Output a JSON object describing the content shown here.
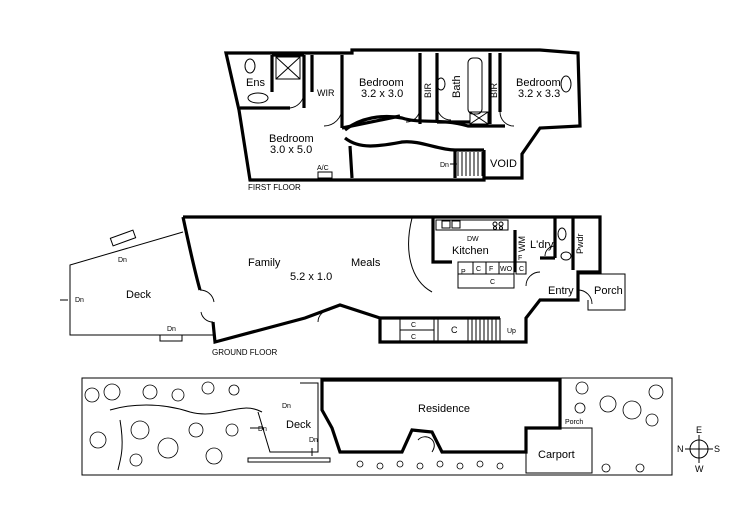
{
  "first_floor": {
    "caption": "FIRST FLOOR",
    "rooms": {
      "ens": "Ens",
      "wir": "WIR",
      "bedroom1_name": "Bedroom",
      "bedroom1_size": "3.2 x 3.0",
      "bir1": "BIR",
      "bath": "Bath",
      "bir2": "BIR",
      "bedroom2_name": "Bedroom",
      "bedroom2_size": "3.2 x 3.3",
      "bedroom3_name": "Bedroom",
      "bedroom3_size": "3.0 x 5.0",
      "ac": "A/C",
      "dn": "Dn",
      "void": "VOID"
    }
  },
  "ground_floor": {
    "caption": "GROUND FLOOR",
    "rooms": {
      "family": "Family",
      "meals": "Meals",
      "size": "5.2 x 1.0",
      "kitchen": "Kitchen",
      "dw": "DW",
      "wm": "WM",
      "ldry": "L'dry",
      "pwdr": "Pwdr",
      "f_kitchen": "F",
      "f_ldry": "F",
      "p": "P",
      "c1": "C",
      "c2": "C",
      "c3": "C",
      "wo": "WO",
      "entry": "Entry",
      "porch": "Porch",
      "deck": "Deck",
      "dn_top": "Dn",
      "dn_left": "Dn",
      "dn_bottom": "Dn",
      "cup1": "C",
      "cup2": "C",
      "cup3": "C",
      "up": "Up"
    }
  },
  "site": {
    "residence": "Residence",
    "deck": "Deck",
    "carport": "Carport",
    "porch": "Porch",
    "dn1": "Dn",
    "dn2": "Dn",
    "dn3": "Dn"
  },
  "compass": {
    "n": "N",
    "e": "E",
    "s": "S",
    "w": "W"
  }
}
